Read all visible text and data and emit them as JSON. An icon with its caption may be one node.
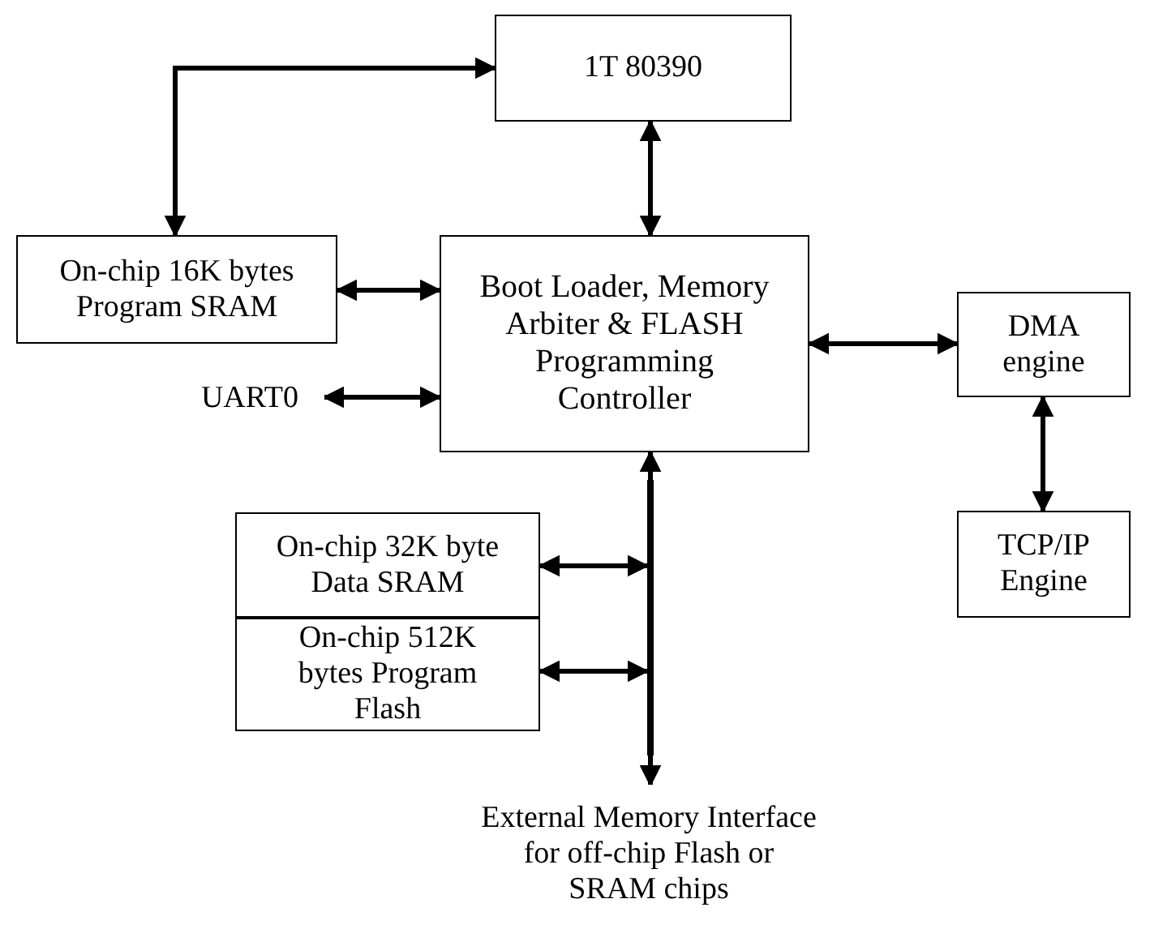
{
  "diagram": {
    "nodes": [
      {
        "text": [
          "1T 80390"
        ]
      },
      {
        "text": [
          "On-chip 16K bytes Program SRAM"
        ]
      },
      {
        "text": [
          "Boot Loader, Memory Arbiter & FLASH Programming Controller"
        ]
      },
      {
        "text": [
          "DMA engine"
        ]
      },
      {
        "text": [
          "TCP/IP Engine"
        ]
      },
      {
        "text": [
          "UART0"
        ]
      },
      {
        "text": [
          "On-chip 32K byte Data SRAM"
        ]
      },
      {
        "text": [
          "On-chip 512K bytes Program Flash"
        ]
      },
      {
        "text": [
          "External Memory Interface for off-chip Flash or SRAM chips"
        ]
      },
      {
        "text": [],
        "shape": "bar"
      }
    ],
    "edges": [
      {
        "from": 0,
        "to": 1,
        "arrow": "both"
      },
      {
        "from": 0,
        "to": 2,
        "arrow": "both"
      },
      {
        "from": 1,
        "to": 2,
        "arrow": "both"
      },
      {
        "from": 5,
        "to": 2,
        "arrow": "both"
      },
      {
        "from": 2,
        "to": 3,
        "arrow": "both"
      },
      {
        "from": 3,
        "to": 4,
        "arrow": "both"
      },
      {
        "from": 9,
        "to": 2,
        "arrow": "to"
      },
      {
        "from": 9,
        "to": 8,
        "arrow": "to"
      },
      {
        "from": 6,
        "to": 9,
        "arrow": "both"
      },
      {
        "from": 7,
        "to": 9,
        "arrow": "both"
      }
    ]
  }
}
